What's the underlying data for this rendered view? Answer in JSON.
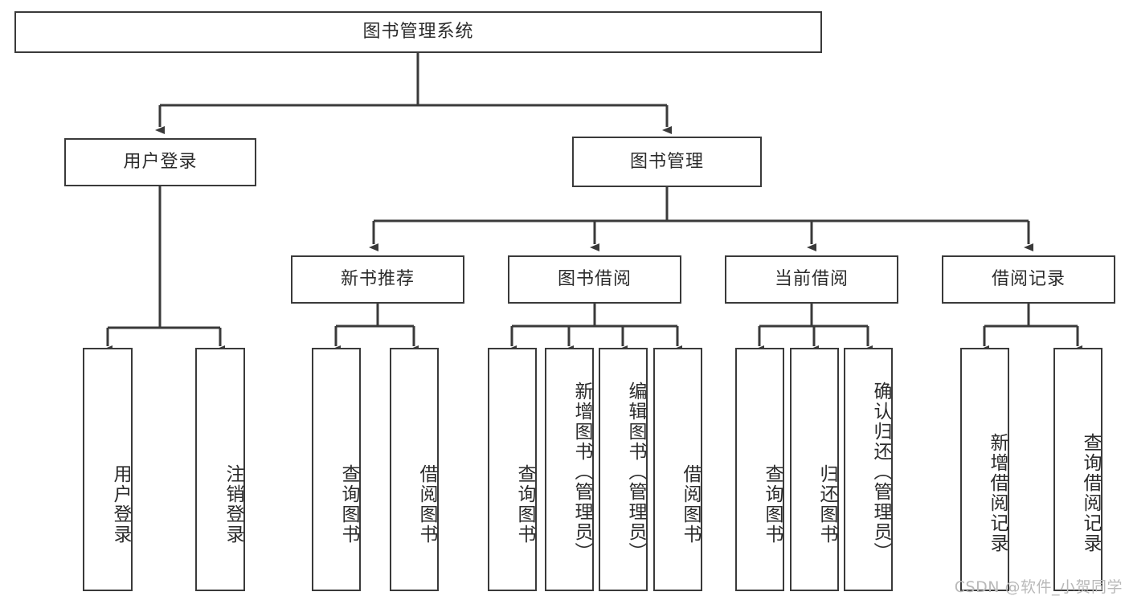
{
  "diagram": {
    "title": "图书管理系统",
    "type": "tree-structure-chart",
    "colors": {
      "node_border": "#3a3a3a",
      "node_fill": "#ffffff",
      "edge": "#3a3a3a",
      "text": "#2b2b2b",
      "watermark": "#b9b9b9",
      "background": "#ffffff"
    }
  },
  "root": {
    "label": "图书管理系统"
  },
  "level1": [
    {
      "label": "用户登录"
    },
    {
      "label": "图书管理"
    }
  ],
  "level2": [
    {
      "label": "新书推荐"
    },
    {
      "label": "图书借阅"
    },
    {
      "label": "当前借阅"
    },
    {
      "label": "借阅记录"
    }
  ],
  "leaves": {
    "user_login": [
      {
        "label": "用户登录"
      },
      {
        "label": "注销登录"
      }
    ],
    "new_book_recommend": [
      {
        "label": "查询图书"
      },
      {
        "label": "借阅图书"
      }
    ],
    "book_borrow": [
      {
        "label": "查询图书"
      },
      {
        "label": "新增图书（管理员）"
      },
      {
        "label": "编辑图书（管理员）"
      },
      {
        "label": "借阅图书"
      }
    ],
    "current_borrow": [
      {
        "label": "查询图书"
      },
      {
        "label": "归还图书"
      },
      {
        "label": "确认归还（管理员）"
      }
    ],
    "borrow_record": [
      {
        "label": "新增借阅记录"
      },
      {
        "label": "查询借阅记录"
      }
    ]
  },
  "watermark": {
    "text": "CSDN @软件_小贺同学"
  }
}
